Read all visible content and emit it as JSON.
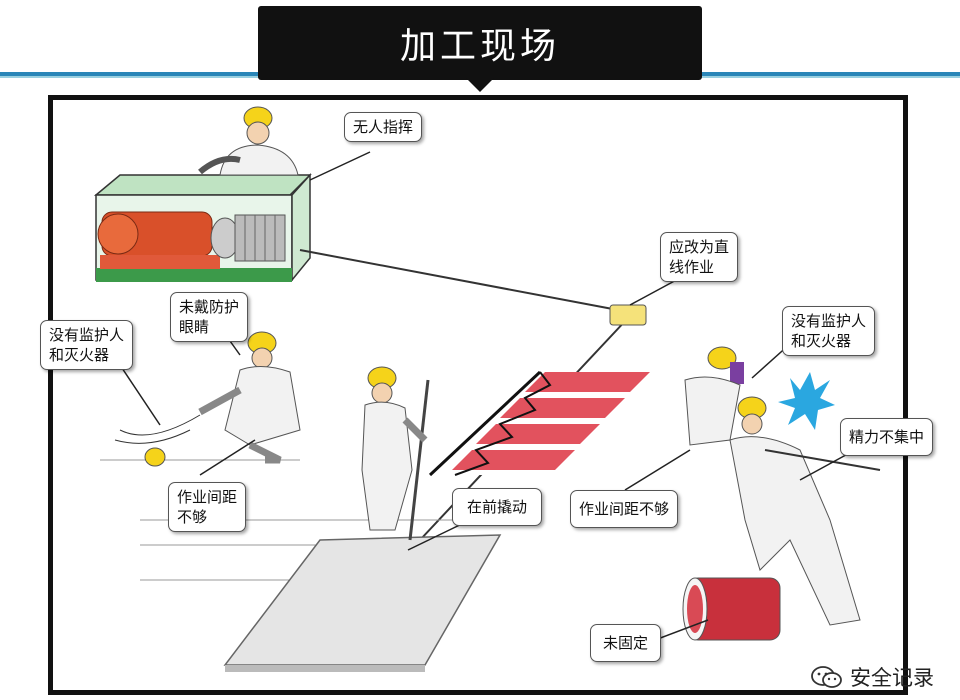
{
  "title": "加工现场",
  "callouts": {
    "no_commander": "无人指挥",
    "should_straight": [
      "应改为直",
      "线作业"
    ],
    "no_goggles": [
      "未戴防护",
      "眼睛"
    ],
    "no_guard_left": [
      "没有监护人",
      "和灭火器"
    ],
    "spacing_left": [
      "作业间距",
      "不够"
    ],
    "pry_front": "在前撬动",
    "no_guard_right": [
      "没有监护人",
      "和灭火器"
    ],
    "unfocused": "精力不集中",
    "spacing_right": "作业间距不够",
    "unfixed": "未固定"
  },
  "watermark": "安全记录",
  "colors": {
    "frame": "#111111",
    "accent_blue": "#2a86b8",
    "helmet": "#f5d31a",
    "machine_red": "#d9502a",
    "machine_green": "#3c9a4a"
  }
}
